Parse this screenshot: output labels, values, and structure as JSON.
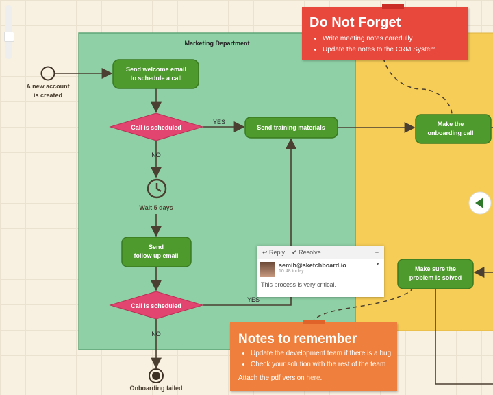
{
  "lane": {
    "title": "Marketing Department"
  },
  "nodes": {
    "start": "A new account",
    "start2": "is created",
    "welcome1": "Send welcome email",
    "welcome2": "to schedule a call",
    "decision1": "Call is scheduled",
    "yes1": "YES",
    "no1": "NO",
    "training": "Send training materials",
    "wait": "Wait 5 days",
    "followup1": "Send",
    "followup2": "follow up email",
    "decision2": "Call is scheduled",
    "yes2": "YES",
    "no2": "NO",
    "end": "Onboarding failed",
    "onboard1": "Make the",
    "onboard2": "onboarding call",
    "problem1": "Make sure the",
    "problem2": "problem is solved"
  },
  "note_red": {
    "title": "Do Not Forget",
    "items": [
      "Write meeting notes caredully",
      "Update the notes to the CRM System"
    ]
  },
  "note_orange": {
    "title": "Notes to remember",
    "items": [
      "Update the development team if there is a bug",
      "Check your solution with the rest of the team"
    ],
    "footer": "Attach the pdf version ",
    "link": "here",
    "footer_end": "."
  },
  "comment": {
    "reply": "Reply",
    "resolve": "Resolve",
    "author": "semih@sketchboard.io",
    "time": "10:48 today",
    "text": "This process is very critical."
  },
  "colors": {
    "lane_green": "#8fd0a6",
    "lane_yellow": "#f6cd57",
    "node": "#4e9a2c",
    "diamond": "#e2456f",
    "note_red": "#e8473c",
    "note_orange": "#ee7f3c"
  }
}
